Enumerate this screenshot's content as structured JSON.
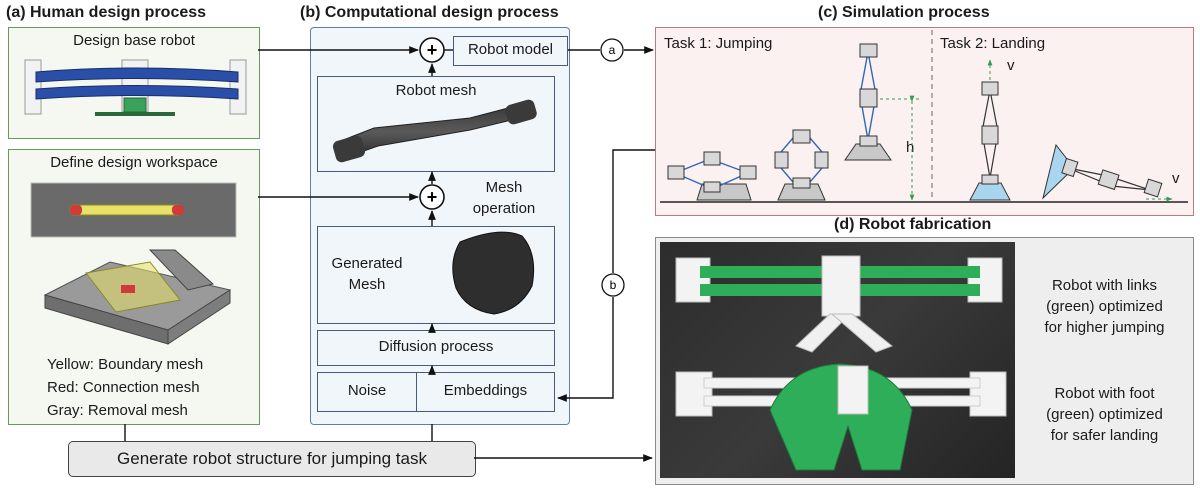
{
  "sections": {
    "a": "(a) Human design process",
    "b": "(b) Computational design process",
    "c": "(c) Simulation process",
    "d": "(d) Robot fabrication"
  },
  "human": {
    "base_title": "Design base robot",
    "workspace_title": "Define design workspace",
    "legend": [
      "Yellow: Boundary mesh",
      "Red: Connection mesh",
      "Gray: Removal mesh"
    ]
  },
  "comp": {
    "robot_model": "Robot model",
    "robot_mesh": "Robot mesh",
    "mesh_operation": "Mesh\noperation",
    "generated_mesh": "Generated\nMesh",
    "diffusion": "Diffusion process",
    "noise": "Noise",
    "embeddings": "Embeddings",
    "plus": "+"
  },
  "sim": {
    "task1": "Task 1: Jumping",
    "task2": "Task 2: Landing",
    "h": "h",
    "v_top": "v",
    "v_right": "v"
  },
  "connectors": {
    "a": "a",
    "b": "b"
  },
  "fab": {
    "caption1": "Robot with links\n(green) optimized\nfor higher jumping",
    "caption2": "Robot with foot\n(green) optimized\nfor safer landing"
  },
  "bottom": {
    "generate": "Generate robot structure for jumping task"
  },
  "colors": {
    "green_print": "#2fae5a",
    "blue_link": "#2f68b8",
    "yellow_mesh": "#e8e26a",
    "red_mesh": "#d23a3a"
  }
}
